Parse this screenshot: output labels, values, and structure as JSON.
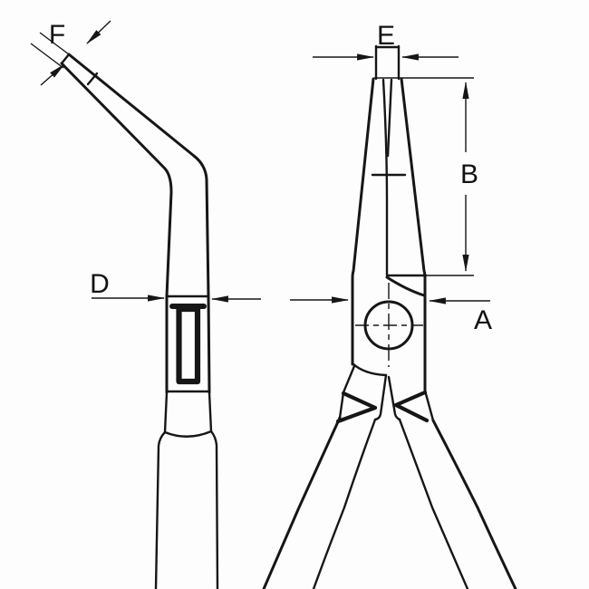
{
  "labels": {
    "F": "F",
    "D": "D",
    "E": "E",
    "B": "B",
    "A": "A"
  },
  "colors": {
    "background": "#fdfdfd",
    "line": "#161616"
  }
}
